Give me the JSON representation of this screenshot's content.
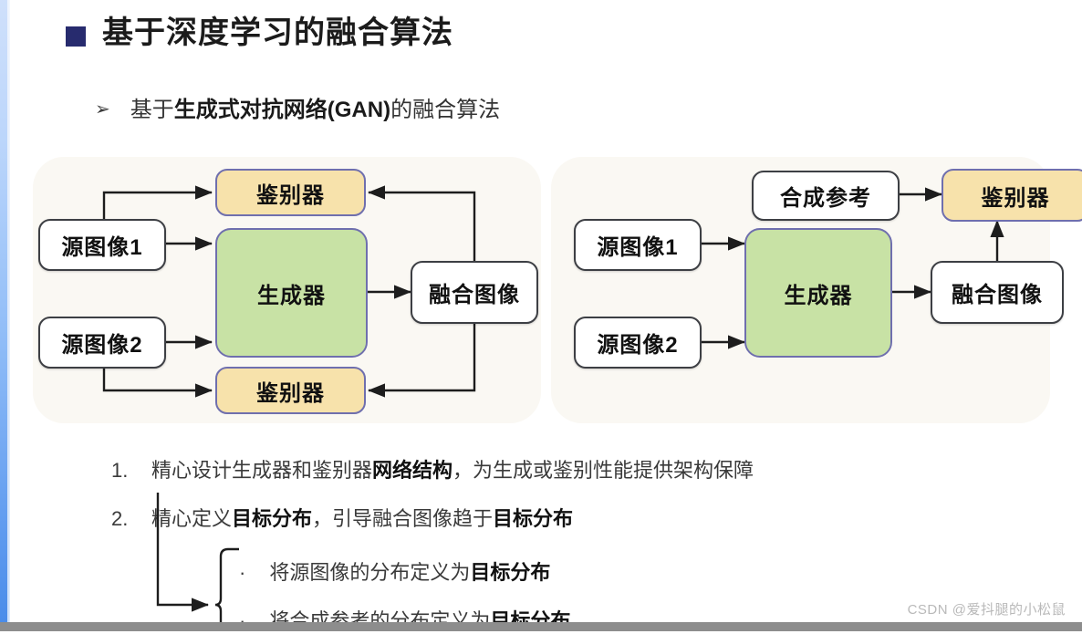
{
  "slide": {
    "heading": "基于深度学习的融合算法",
    "heading_bullet": "square-bullet",
    "subheading_bullet": "➢",
    "subheading_prefix": "基于",
    "subheading_bold": "生成式对抗网络(GAN)",
    "subheading_suffix": "的融合算法"
  },
  "colors": {
    "heading_bullet": "#272b6e",
    "panel_bg": "#faf8f3",
    "node_yellow_fill": "#f7e2ab",
    "node_green_fill": "#c8e2a5",
    "node_white_fill": "#ffffff",
    "node_accent_border": "#6f6fae",
    "node_dark_border": "#3d3f44",
    "edge_strip": "#5f9bef",
    "bottom_bar": "#8d8d8d",
    "watermark": "#b9b9b9"
  },
  "diagram_left": {
    "nodes": {
      "source1": "源图像1",
      "source2": "源图像2",
      "discriminator_top": "鉴别器",
      "discriminator_bottom": "鉴别器",
      "generator": "生成器",
      "fused": "融合图像"
    }
  },
  "diagram_right": {
    "nodes": {
      "source1": "源图像1",
      "source2": "源图像2",
      "synthetic_reference": "合成参考",
      "discriminator": "鉴别器",
      "generator": "生成器",
      "fused": "融合图像"
    }
  },
  "points": [
    {
      "number": "1.",
      "prefix": "精心设计生成器和鉴别器",
      "bold": "网络结构",
      "suffix": "，为生成或鉴别性能提供架构保障"
    },
    {
      "number": "2.",
      "prefix": "精心定义",
      "bold": "目标分布",
      "suffix": "，引导融合图像趋于",
      "bold2": "目标分布"
    }
  ],
  "subpoints": [
    {
      "bullet": "·",
      "prefix": "将源图像的分布定义为",
      "bold": "目标分布"
    },
    {
      "bullet": "·",
      "prefix": "将合成参考的分布定义为",
      "bold": "目标分布"
    }
  ],
  "watermark": "CSDN @爱抖腿的小松鼠"
}
